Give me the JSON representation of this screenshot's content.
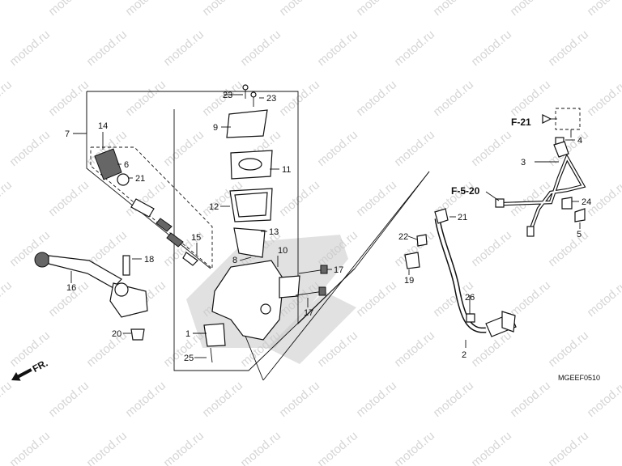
{
  "watermark": "motod.ru",
  "callouts": [
    "1",
    "2",
    "3",
    "4",
    "5",
    "6",
    "7",
    "8",
    "9",
    "10",
    "11",
    "12",
    "13",
    "14",
    "15",
    "16",
    "17",
    "17",
    "18",
    "19",
    "20",
    "21",
    "21",
    "22",
    "23",
    "23",
    "24",
    "25",
    "26"
  ],
  "references": {
    "f21": "F-21",
    "f520": "F-5-20"
  },
  "direction_label": "FR.",
  "diagram_code": "MGEEF0510"
}
